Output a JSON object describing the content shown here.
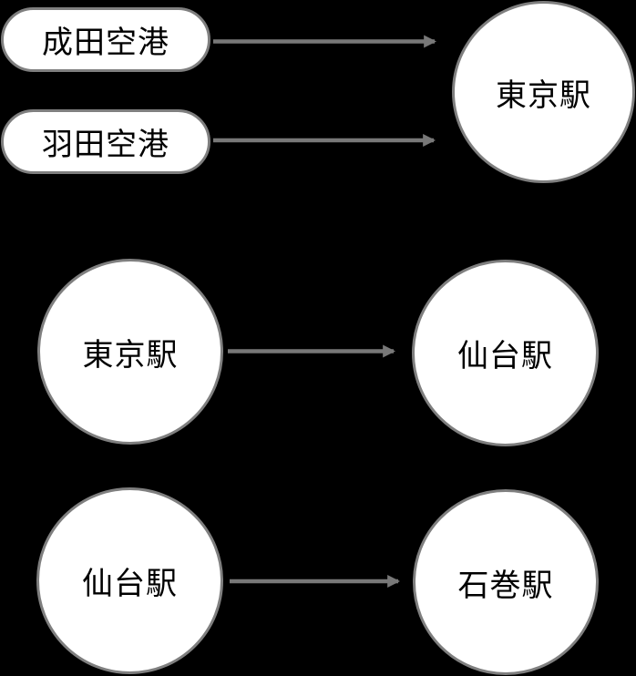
{
  "diagram": {
    "background_color": "#000000",
    "shape_fill_color": "#ffffff",
    "outline_color": "#7f7f7f",
    "arrow_color": "#787878",
    "text_color": "#000000",
    "nodes": [
      {
        "id": "narita-airport",
        "label": "成田空港",
        "shape": "rounded-rectangle"
      },
      {
        "id": "haneda-airport",
        "label": "羽田空港",
        "shape": "rounded-rectangle"
      },
      {
        "id": "tokyo-station-top",
        "label": "東京駅",
        "shape": "circle"
      },
      {
        "id": "tokyo-station-mid",
        "label": "東京駅",
        "shape": "circle"
      },
      {
        "id": "sendai-station-mid",
        "label": "仙台駅",
        "shape": "circle"
      },
      {
        "id": "sendai-station-bottom",
        "label": "仙台駅",
        "shape": "circle"
      },
      {
        "id": "ishinomaki-station",
        "label": "石巻駅",
        "shape": "circle"
      }
    ],
    "edges": [
      {
        "from": "成田空港",
        "to": "東京駅"
      },
      {
        "from": "羽田空港",
        "to": "東京駅"
      },
      {
        "from": "東京駅",
        "to": "仙台駅"
      },
      {
        "from": "仙台駅",
        "to": "石巻駅"
      }
    ]
  }
}
